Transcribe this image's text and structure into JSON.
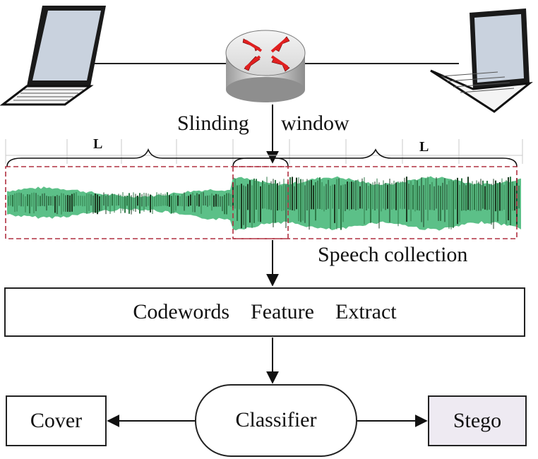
{
  "network": {
    "left_node": {
      "icon": "laptop-icon"
    },
    "center_node": {
      "icon": "router-icon"
    },
    "right_node": {
      "icon": "laptop-icon"
    }
  },
  "window": {
    "label_left": "Slinding",
    "label_right": "window",
    "segment_left_label": "L",
    "segment_right_label": "L"
  },
  "speech": {
    "caption": "Speech collection",
    "waveform_color": "#5cc088",
    "window_border_color": "#b03040"
  },
  "feature_box": {
    "word1": "Codewords",
    "word2": "Feature",
    "word3": "Extract"
  },
  "classifier": {
    "label": "Classifier"
  },
  "outputs": {
    "cover": "Cover",
    "stego": "Stego",
    "stego_fill": "#eeeaf2"
  }
}
